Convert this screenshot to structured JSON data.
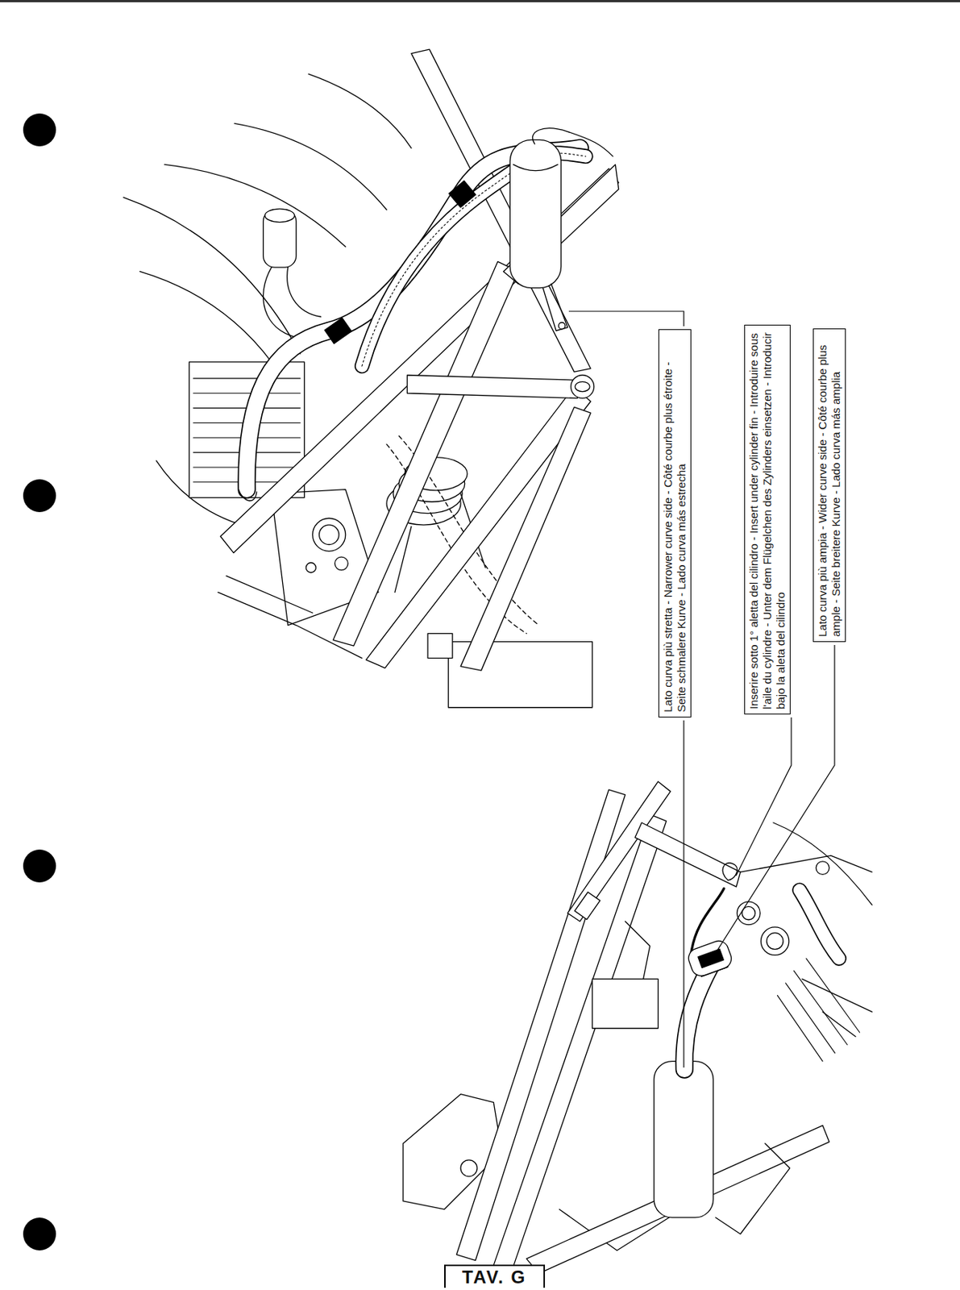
{
  "diagram": {
    "nodes": [
      {
        "text": [
          "Lato curva più stretta - Narrower curve side - Côté courbe plus étroite - Seite schmalere Kurve - Lado curva más estrecha"
        ]
      },
      {
        "text": [
          "Inserire sotto 1° aletta del cilindro - Insert under cylinder fin - Introduire sous l'aile du cylindre - Unter dem Flügelchen des Zylinders einsetzen - Introducir bajo la aleta del cilindro"
        ]
      },
      {
        "text": [
          "Lato curva più ampia - Wider curve side - Côté courbe plus ample - Seite breitere Kurve - Lado curva más amplia"
        ]
      },
      {
        "text": [
          "TAV. G"
        ]
      }
    ]
  }
}
